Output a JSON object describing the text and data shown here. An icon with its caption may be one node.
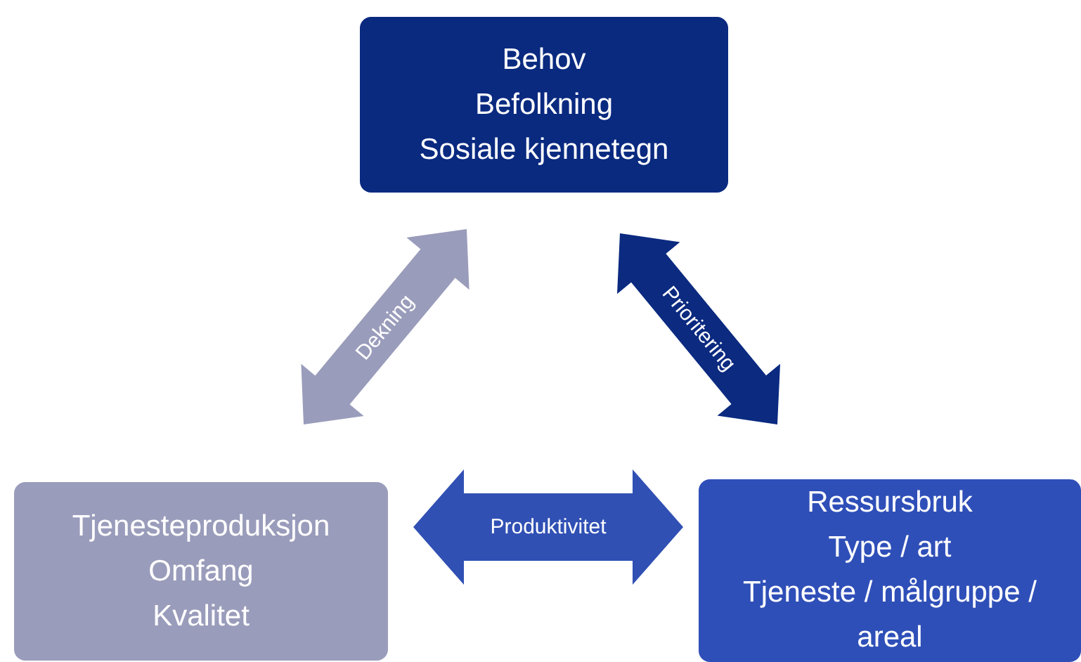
{
  "diagram": {
    "nodes": [
      {
        "text": [
          "Behov",
          "Befolkning",
          "Sosiale kjennetegn"
        ]
      },
      {
        "text": [
          "Tjenesteproduksjon",
          "Omfang",
          "Kvalitet"
        ]
      },
      {
        "text": [
          "Ressursbruk",
          "Type / art",
          "Tjeneste / målgruppe / areal"
        ]
      }
    ],
    "edges": [
      {
        "from": 1,
        "to": 0,
        "arrow": "both",
        "label": "Dekning",
        "style": "thick",
        "color": "#9a9cbb"
      },
      {
        "from": 0,
        "to": 2,
        "arrow": "both",
        "label": "Prioritering",
        "style": "thick",
        "color": "#0b2a80"
      },
      {
        "from": 1,
        "to": 2,
        "arrow": "both",
        "label": "Produktivitet",
        "style": "thick",
        "color": "#3050b4"
      }
    ]
  }
}
